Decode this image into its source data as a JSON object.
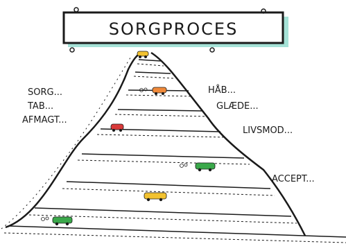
{
  "sign": {
    "title": "SORGPROCES"
  },
  "left_labels": [
    "SORG...",
    "TAB...",
    "AFMAGT..."
  ],
  "right_labels": [
    "HÅB...",
    "GLÆDE...",
    "LIVSMOD...",
    "ACCEPT..."
  ],
  "colors": {
    "ink": "#1a1a1a",
    "sign_shadow": "#7fd6c6",
    "car_yellow": "#f2c230",
    "car_orange": "#f08a3a",
    "car_red": "#d93a3a",
    "car_green": "#3aa84a"
  },
  "icons": [
    "pin-icon",
    "car-icon",
    "exhaust-cloud-icon"
  ]
}
